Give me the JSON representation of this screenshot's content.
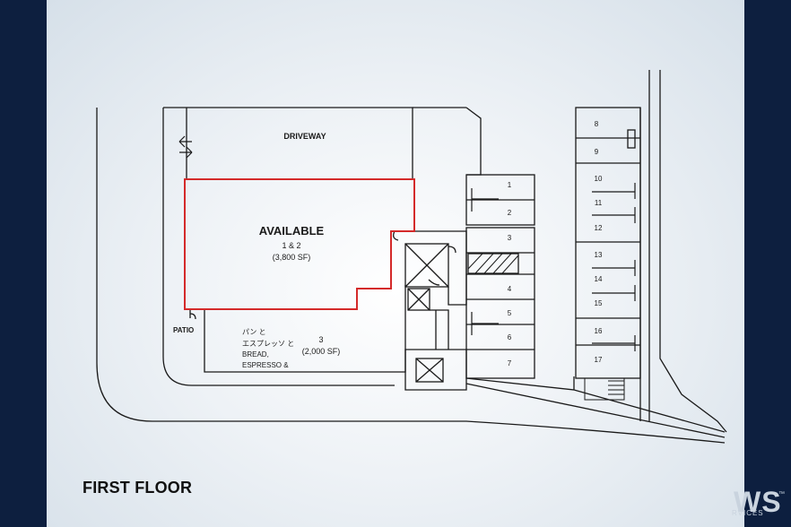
{
  "plan": {
    "driveway": "DRIVEWAY",
    "available": "AVAILABLE",
    "available_unit": "1 & 2",
    "available_area": "(3,800 SF)",
    "patio": "PATIO",
    "tenant_line1": "パン と",
    "tenant_line2": "エスプレッソ と",
    "tenant_line3": "BREAD,",
    "tenant_line4": "ESPRESSO &",
    "unit3_label": "3",
    "unit3_area": "(2,000 SF)",
    "parking": [
      "1",
      "2",
      "3",
      "4",
      "5",
      "6",
      "7",
      "8",
      "9",
      "10",
      "11",
      "12",
      "13",
      "14",
      "15",
      "16",
      "17"
    ]
  },
  "page": {
    "title": "FIRST FLOOR",
    "logo_big": "WS",
    "logo_tm": "™",
    "logo_small": "RVICES"
  },
  "colors": {
    "available_outline": "#d42a2a",
    "lines": "#1a1a1a",
    "frame": "#0d1f3f"
  }
}
